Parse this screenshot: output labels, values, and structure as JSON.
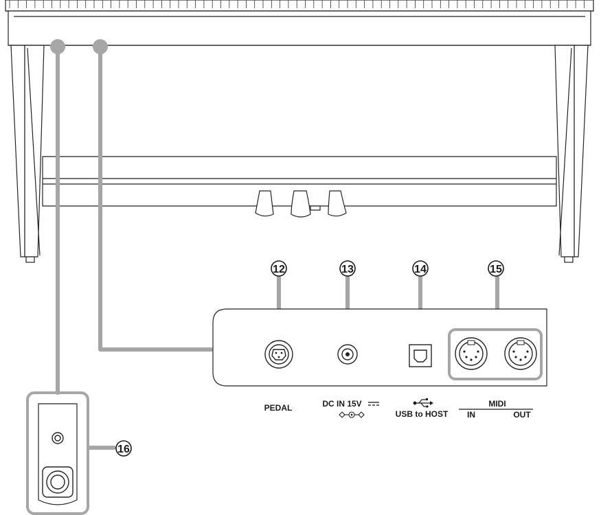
{
  "diagram": {
    "callouts": [
      {
        "id": "12",
        "glyph": "⑫"
      },
      {
        "id": "13",
        "glyph": "⑬"
      },
      {
        "id": "14",
        "glyph": "⑭"
      },
      {
        "id": "15",
        "glyph": "⑮"
      },
      {
        "id": "16",
        "glyph": "⑯"
      }
    ],
    "labels": {
      "pedal": "PEDAL",
      "dc_in": "DC IN 15V",
      "usb": "USB to HOST",
      "midi": "MIDI",
      "midi_in": "IN",
      "midi_out": "OUT"
    },
    "colors": {
      "callout_line": "#a6a6a6",
      "outline": "#222222",
      "background": "#ffffff"
    },
    "icons": [
      "dc-polarity-icon",
      "usb-icon",
      "midi-din-icon",
      "pedal-din-icon"
    ]
  }
}
